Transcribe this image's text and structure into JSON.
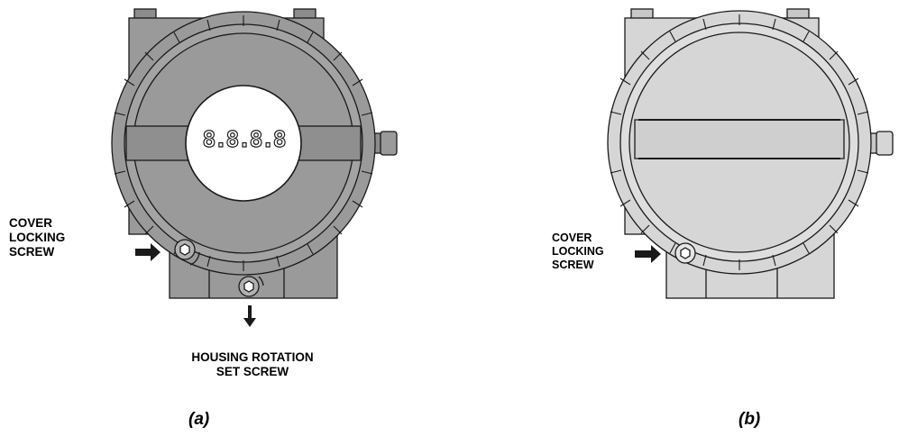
{
  "colors": {
    "housing_a": "#9a9a9a",
    "housing_a_dark": "#7f7f7f",
    "housing_b": "#d6d6d6",
    "housing_b_dark": "#bdbdbd",
    "outline": "#1a1a1a",
    "display_window": "#ffffff"
  },
  "figure_a": {
    "display_digits": "8.8.8.8",
    "cover_label": [
      "COVER",
      "LOCKING",
      "SCREW"
    ],
    "rotation_label": [
      "HOUSING ROTATION",
      "SET SCREW"
    ],
    "caption": "(a)"
  },
  "figure_b": {
    "cover_label": [
      "COVER",
      "LOCKING",
      "SCREW"
    ],
    "caption": "(b)"
  },
  "icons": {
    "pointer": "arrow-right-icon",
    "rotation_pointer": "arrow-down-icon",
    "screw": "hex-socket-screw-icon"
  }
}
